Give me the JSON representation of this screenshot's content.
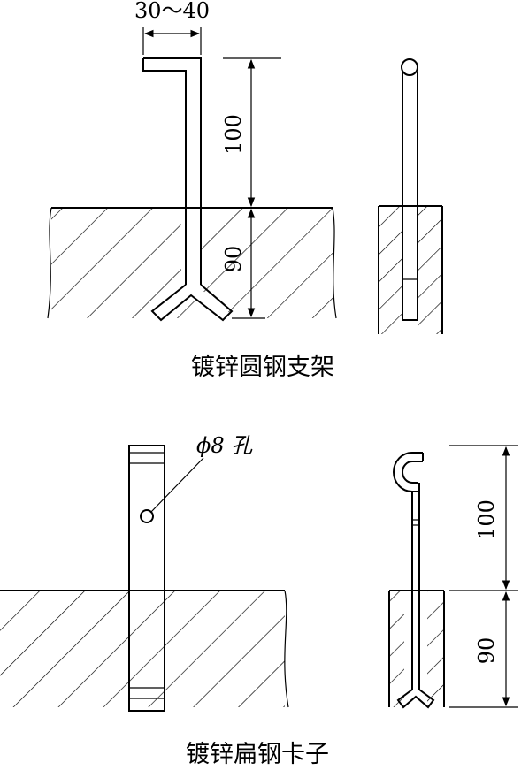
{
  "diagram": {
    "top": {
      "dim_width": "30～40",
      "dim_upper": "100",
      "dim_lower": "90",
      "caption": "镀锌圆钢支架"
    },
    "bottom": {
      "hole_note": "ϕ8 孔",
      "dim_upper": "100",
      "dim_lower": "90",
      "caption": "镀锌扁钢卡子"
    }
  }
}
